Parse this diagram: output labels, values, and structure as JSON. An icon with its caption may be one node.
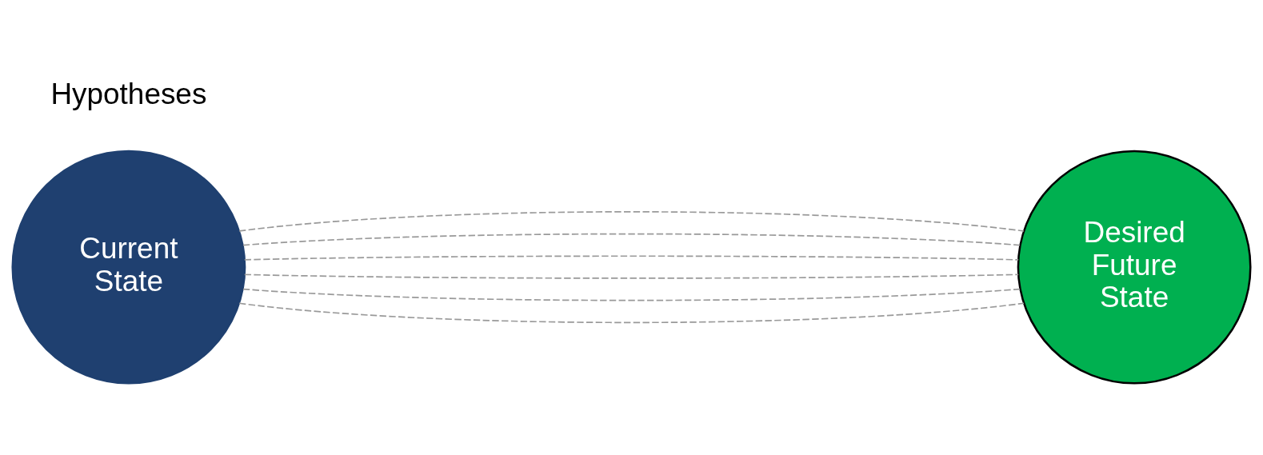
{
  "diagram": {
    "nodes": [
      {
        "text": [
          "Current State"
        ]
      },
      {
        "text": [
          "Desired Future State"
        ]
      }
    ],
    "edges": [
      {
        "from": 0,
        "to": 1,
        "arrow": "none",
        "style": "dashed"
      },
      {
        "from": 0,
        "to": 1,
        "arrow": "none",
        "style": "dashed"
      },
      {
        "from": 0,
        "to": 1,
        "arrow": "none",
        "style": "dashed"
      },
      {
        "from": 0,
        "to": 1,
        "arrow": "none",
        "style": "dashed"
      },
      {
        "from": 0,
        "to": 1,
        "arrow": "none",
        "style": "dashed"
      },
      {
        "from": 0,
        "to": 1,
        "arrow": "none",
        "style": "dashed"
      }
    ],
    "labels": [
      "Hypotheses"
    ]
  }
}
